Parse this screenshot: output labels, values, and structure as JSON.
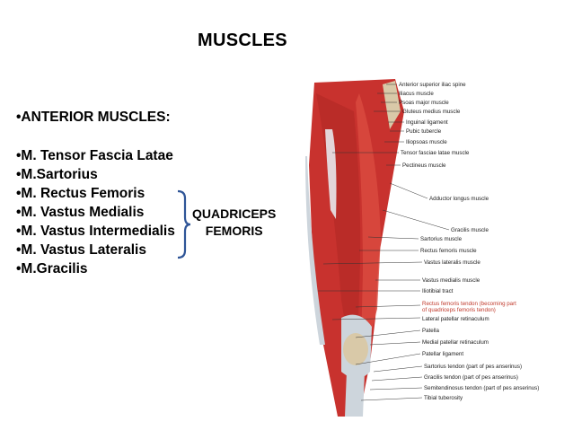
{
  "title": "MUSCLES",
  "heading": "•ANTERIOR MUSCLES:",
  "muscles": [
    "•M. Tensor Fascia Latae",
    "•M.Sartorius",
    "•M. Rectus Femoris",
    "•M. Vastus Medialis",
    "•M. Vastus Intermedialis",
    "•M. Vastus Lateralis",
    "•M.Gracilis"
  ],
  "group": {
    "line1": "QUADRICEPS",
    "line2": "FEMORIS"
  },
  "colors": {
    "brace": "#2f5597",
    "muscle": "#c8322e",
    "tendon": "#cdd5dc"
  },
  "figure_labels": [
    "Anterior superior iliac spine",
    "Iliacus muscle",
    "Psoas major muscle",
    "Gluteus medius muscle",
    "Inguinal ligament",
    "Pubic tubercle",
    "Iliopsoas muscle",
    "Tensor fasciae latae muscle",
    "Pectineus muscle",
    "Adductor longus muscle",
    "Gracilis muscle",
    "Sartorius muscle",
    "Rectus femoris muscle",
    "Vastus lateralis muscle",
    "Vastus medialis muscle",
    "Iliotibial tract",
    "Rectus femoris tendon (becoming part",
    "of quadriceps femoris tendon)",
    "Lateral patellar retinaculum",
    "Patella",
    "Medial patellar retinaculum",
    "Patellar ligament",
    "Sartorius tendon (part of pes anserinus)",
    "Gracilis tendon (part of pes anserinus)",
    "Semitendinosus tendon (part of pes anserinus)",
    "Tibial tuberosity"
  ]
}
